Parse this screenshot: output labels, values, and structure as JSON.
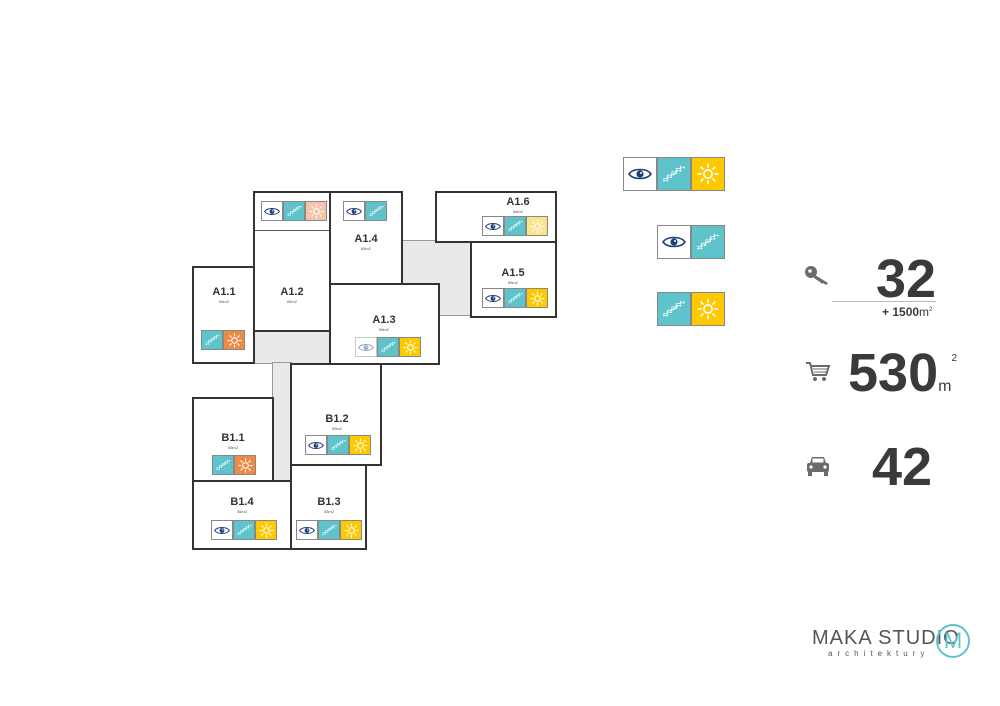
{
  "colors": {
    "view": "#ffffff",
    "stairs": "#5fc3cc",
    "sun_full": "#ffc900",
    "sun_orange": "#ef8a44",
    "sun_pale": "#f9e48c",
    "sun_peach": "#f4c3a8"
  },
  "rooms": {
    "a11": {
      "label": "A1.1",
      "area": "56m2"
    },
    "a12": {
      "label": "A1.2",
      "area": "65m2"
    },
    "a13": {
      "label": "A1.3",
      "area": "58m2"
    },
    "a14": {
      "label": "A1.4",
      "area": "65m2"
    },
    "a15": {
      "label": "A1.5",
      "area": "58m2"
    },
    "a16": {
      "label": "A1.6",
      "area": "56m2"
    },
    "b11": {
      "label": "B1.1",
      "area": "56m2"
    },
    "b12": {
      "label": "B1.2",
      "area": "55m2"
    },
    "b13": {
      "label": "B1.3",
      "area": "55m2"
    },
    "b14": {
      "label": "B1.4",
      "area": "56m2"
    }
  },
  "legend": [
    {
      "icons": [
        "eye-icon",
        "stairs-icon",
        "sun-icon"
      ]
    },
    {
      "icons": [
        "eye-icon",
        "stairs-icon"
      ]
    },
    {
      "icons": [
        "stairs-icon",
        "sun-icon"
      ]
    }
  ],
  "stats": {
    "units": {
      "icon": "key-icon",
      "value": "32",
      "extra": "+ 1500",
      "extra_unit": "m",
      "extra_sup": "2"
    },
    "area": {
      "icon": "cart-icon",
      "value": "530",
      "unit": "m",
      "sup": "2"
    },
    "parking": {
      "icon": "car-icon",
      "value": "42"
    }
  },
  "logo": {
    "name": "MAKA STUDIO",
    "sub": "architektury",
    "mark": "M"
  }
}
